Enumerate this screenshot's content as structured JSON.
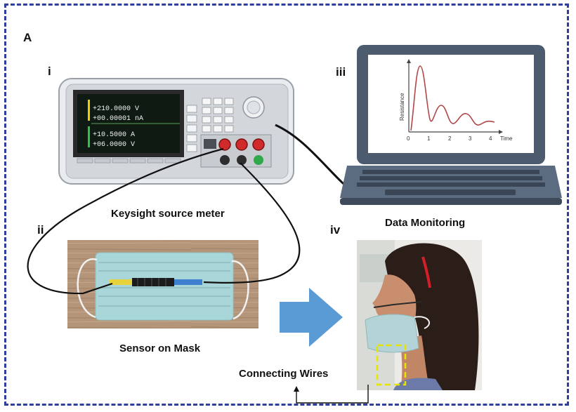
{
  "panel_label": "A",
  "parts": {
    "meter": {
      "numeral": "i",
      "caption": "Keysight source meter"
    },
    "mask": {
      "numeral": "ii",
      "caption": "Sensor on Mask"
    },
    "monitor": {
      "numeral": "iii",
      "caption": "Data Monitoring"
    },
    "wearer": {
      "numeral": "iv",
      "caption": "Connecting Wires"
    }
  },
  "meter_display": {
    "line1": "+210.0000  V",
    "line2": "+00.00001 nA",
    "line3": "+10.5000  A",
    "line4": "+06.0000  V"
  },
  "plot": {
    "ylabel": "Resistance",
    "xlabel": "Time",
    "ticks": [
      "0",
      "1",
      "2",
      "3",
      "4"
    ]
  },
  "colors": {
    "frame": "#2f3f9e",
    "arrow": "#5b9bd5",
    "trace": "#b04848",
    "highlight_box": "#e6e600"
  }
}
